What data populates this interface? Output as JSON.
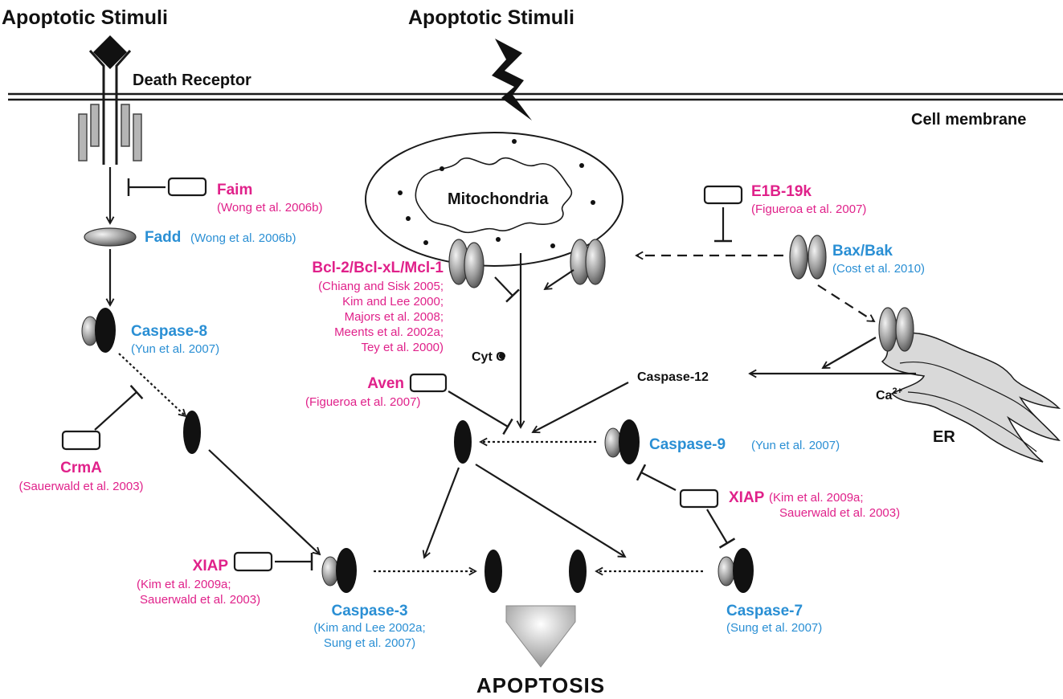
{
  "colors": {
    "inhibitor_text": "#e0218a",
    "caspase_text": "#2a8fd4",
    "line": "#1a1a1a",
    "grey_fill": "#9a9a9a",
    "er_fill": "#d9d9d9"
  },
  "stimuli": {
    "left": "Apoptotic Stimuli",
    "center": "Apoptotic Stimuli"
  },
  "membrane": {
    "receptor_label": "Death Receptor",
    "membrane_label": "Cell membrane"
  },
  "organelles": {
    "mitochondria": "Mitochondria",
    "er": "ER"
  },
  "molecules": {
    "cyt_c": "Cyt C",
    "caspase12": "Caspase-12",
    "ca_base": "Ca",
    "ca_sup": "2+"
  },
  "inhibitors": {
    "faim": {
      "name": "Faim",
      "ref": "(Wong et al. 2006b)"
    },
    "e1b": {
      "name": "E1B-19k",
      "ref": "(Figueroa et al. 2007)"
    },
    "bcl": {
      "name": "Bcl-2/Bcl-xL/Mcl-1",
      "refs": [
        "(Chiang and Sisk 2005;",
        "Kim and Lee 2000;",
        "Majors et al. 2008;",
        "Meents et al. 2002a;",
        "Tey et al. 2000)"
      ]
    },
    "aven": {
      "name": "Aven",
      "ref": "(Figueroa et al. 2007)"
    },
    "crma": {
      "name": "CrmA",
      "ref": "(Sauerwald et al. 2003)"
    },
    "xiap_left": {
      "name": "XIAP",
      "refs": [
        "(Kim et al. 2009a;",
        "Sauerwald et al. 2003)"
      ]
    },
    "xiap_right": {
      "name": "XIAP",
      "refs": [
        "(Kim et al. 2009a;",
        "Sauerwald et al. 2003)"
      ]
    }
  },
  "caspases": {
    "fadd": {
      "name": "Fadd",
      "ref": "(Wong et al. 2006b)"
    },
    "bax": {
      "name": "Bax/Bak",
      "ref": "(Cost et al. 2010)"
    },
    "casp8": {
      "name": "Caspase-8",
      "ref": "(Yun et al. 2007)"
    },
    "casp9": {
      "name": "Caspase-9",
      "ref": "(Yun et al. 2007)"
    },
    "casp3": {
      "name": "Caspase-3",
      "refs": [
        "(Kim and Lee 2002a;",
        "Sung et al. 2007)"
      ]
    },
    "casp7": {
      "name": "Caspase-7",
      "ref": "(Sung et al. 2007)"
    }
  },
  "outcome": "APOPTOSIS"
}
